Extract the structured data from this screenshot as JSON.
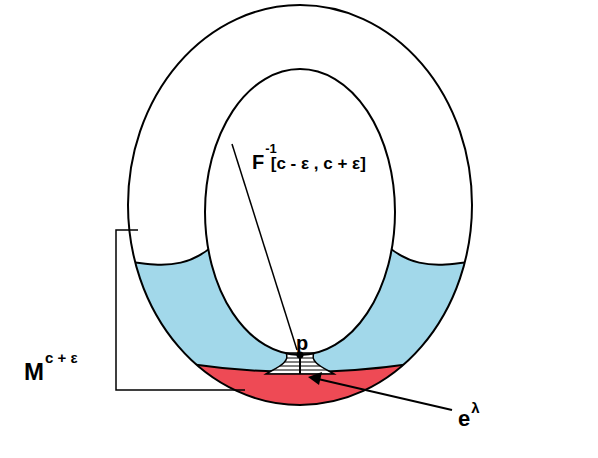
{
  "diagram": {
    "labels": [
      "F",
      "-1",
      "[c - ε , c + ε]",
      "p",
      "M",
      "c + ε",
      "e",
      "λ"
    ]
  }
}
